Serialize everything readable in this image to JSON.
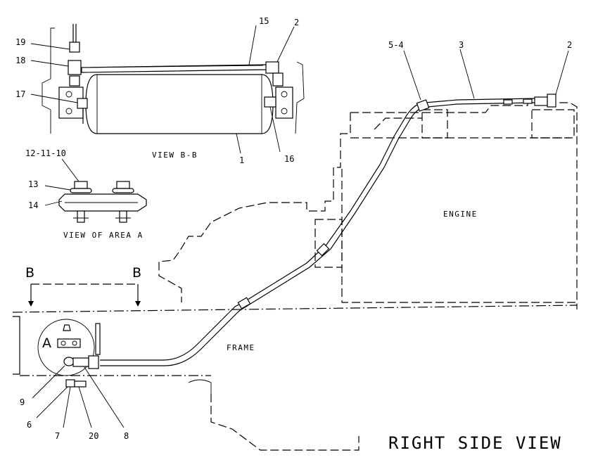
{
  "views": {
    "view_bb": "VIEW B-B",
    "view_area_a": "VIEW OF AREA A",
    "right_side_view": "RIGHT SIDE VIEW"
  },
  "regions": {
    "engine": "ENGINE",
    "frame": "FRAME"
  },
  "section_marks": {
    "left": "B",
    "right": "B",
    "area": "A"
  },
  "callouts": {
    "c19": "19",
    "c18": "18",
    "c17": "17",
    "c15": "15",
    "c2_top": "2",
    "c1": "1",
    "c16": "16",
    "c12_11_10": "12-11-10",
    "c13": "13",
    "c14": "14",
    "c5_4": "5-4",
    "c3": "3",
    "c2_right": "2",
    "c9": "9",
    "c6": "6",
    "c7": "7",
    "c20": "20",
    "c8": "8"
  }
}
